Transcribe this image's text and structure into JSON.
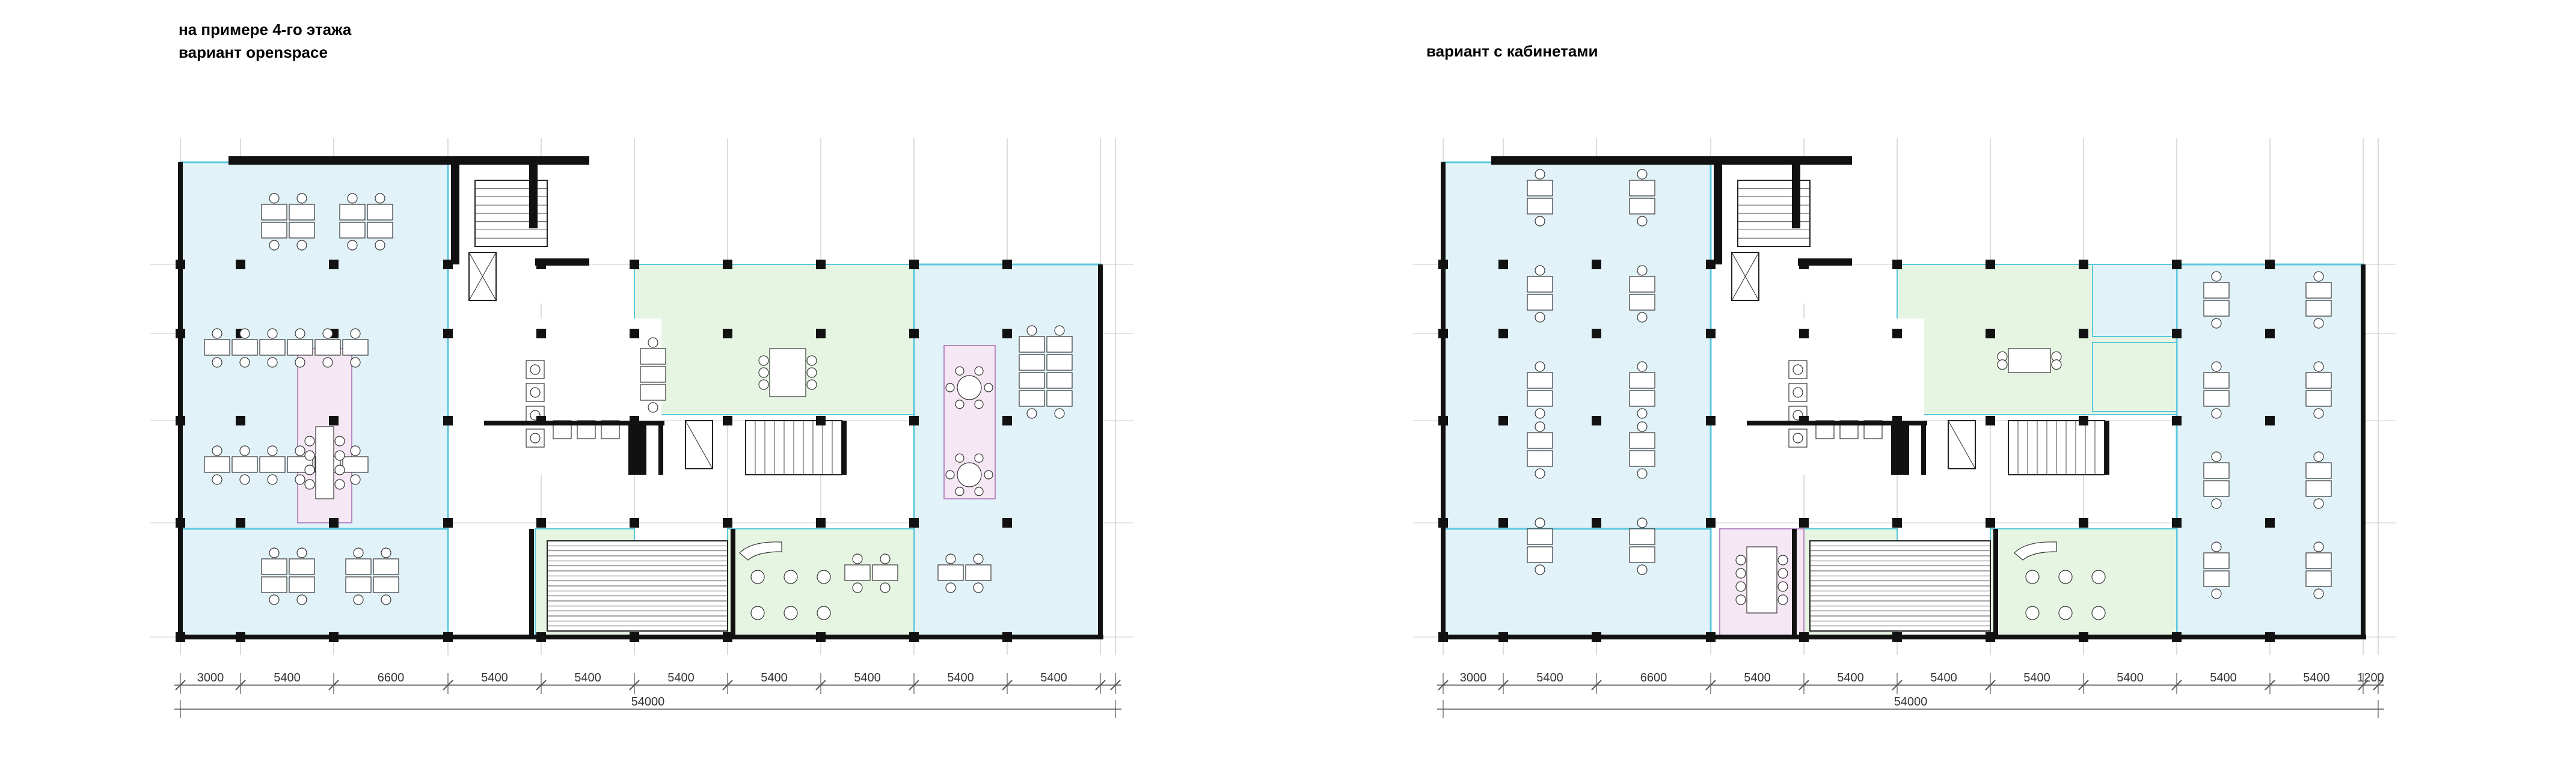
{
  "captions": {
    "left_line1": "на примере 4-го этажа",
    "left_line2": "вариант openspace",
    "right_line1": "вариант с кабинетами"
  },
  "colors": {
    "open_zone": "#e2f2f9",
    "lounge_zone": "#e5f5e2",
    "meeting_zone": "#f5e7f3",
    "wall": "#111111",
    "glass": "#5bc8dc"
  },
  "plans": [
    {
      "id": "openspace",
      "span_labels": [
        "3000",
        "5400",
        "6600",
        "5400",
        "5400",
        "5400",
        "5400",
        "5400",
        "5400",
        "5400",
        ""
      ],
      "total_label": "54000"
    },
    {
      "id": "cabinets",
      "span_labels": [
        "3000",
        "5400",
        "6600",
        "5400",
        "5400",
        "5400",
        "5400",
        "5400",
        "5400",
        "5400",
        "1200"
      ],
      "total_label": "54000"
    }
  ]
}
